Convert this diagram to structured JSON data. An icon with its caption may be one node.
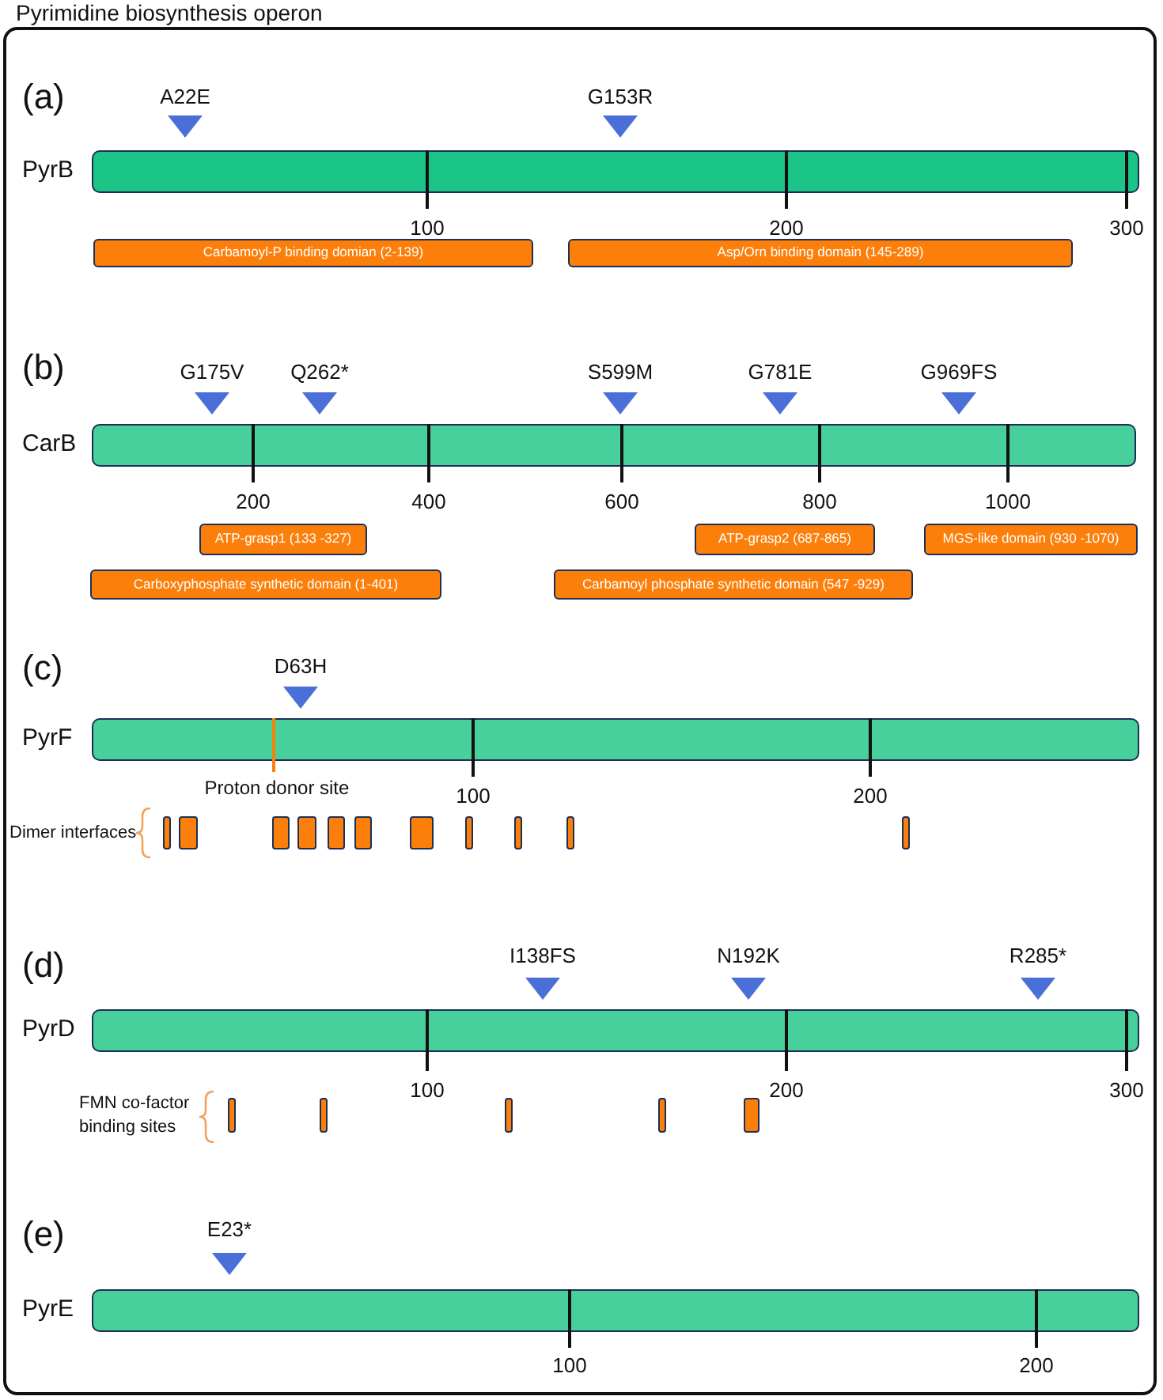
{
  "diagram": {
    "nodes": [
      {
        "text": [
          "Pyrimidine biosynthesis operon"
        ]
      },
      {
        "text": [
          "PyrB"
        ],
        "in": 0
      },
      {
        "text": [
          "Carbamoyl-P binding domian (2-139)"
        ],
        "in": 0
      },
      {
        "text": [
          "Asp/Orn binding domain (145-289)"
        ],
        "in": 0
      },
      {
        "text": [
          "CarB"
        ],
        "in": 0
      },
      {
        "text": [
          "ATP-grasp1 (133 -327)"
        ],
        "in": 0
      },
      {
        "text": [
          "ATP-grasp2 (687-865)"
        ],
        "in": 0
      },
      {
        "text": [
          "MGS-like domain (930 -1070)"
        ],
        "in": 0
      },
      {
        "text": [
          "Carboxyphosphate synthetic domain (1-401)"
        ],
        "in": 0
      },
      {
        "text": [
          "Carbamoyl phosphate synthetic domain (547 -929)"
        ],
        "in": 0
      },
      {
        "text": [
          "PyrF"
        ],
        "in": 0
      },
      {
        "text": [],
        "shape": "box",
        "in": 0
      },
      {
        "text": [],
        "shape": "box",
        "in": 0
      },
      {
        "text": [],
        "shape": "box",
        "in": 0
      },
      {
        "text": [],
        "shape": "box",
        "in": 0
      },
      {
        "text": [],
        "shape": "box",
        "in": 0
      },
      {
        "text": [],
        "shape": "box",
        "in": 0
      },
      {
        "text": [],
        "shape": "box",
        "in": 0
      },
      {
        "text": [],
        "shape": "box",
        "in": 0
      },
      {
        "text": [],
        "shape": "box",
        "in": 0
      },
      {
        "text": [],
        "shape": "box",
        "in": 0
      },
      {
        "text": [],
        "shape": "box",
        "in": 0
      },
      {
        "text": [
          "PyrD"
        ],
        "in": 0
      },
      {
        "text": [],
        "shape": "box",
        "in": 0
      },
      {
        "text": [],
        "shape": "box",
        "in": 0
      },
      {
        "text": [],
        "shape": "box",
        "in": 0
      },
      {
        "text": [],
        "shape": "box",
        "in": 0
      },
      {
        "text": [],
        "shape": "box",
        "in": 0
      },
      {
        "text": [
          "PyrE"
        ],
        "in": 0
      }
    ],
    "labels": [
      "(a)",
      "A22E",
      "G153R",
      "100",
      "200",
      "300",
      "(b)",
      "G175V",
      "Q262*",
      "S599M",
      "G781E",
      "G969FS",
      "200",
      "400",
      "600",
      "800",
      "1000",
      "(c)",
      "D63H",
      "Proton donor site",
      "100",
      "200",
      "Dimer interfaces",
      "(d)",
      "I138FS",
      "N192K",
      "R285*",
      "100",
      "200",
      "300",
      "FMN co-factor binding sites",
      "(e)",
      "E23*",
      "100",
      "200"
    ]
  }
}
